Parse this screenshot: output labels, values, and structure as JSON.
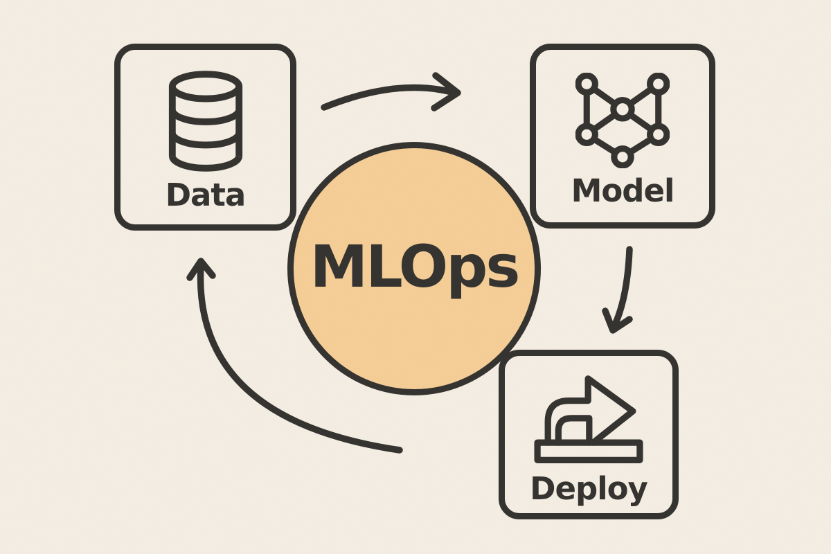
{
  "diagram": {
    "center": {
      "label": "MLOps"
    },
    "nodes": [
      {
        "id": "data",
        "label": "Data",
        "icon": "database-icon"
      },
      {
        "id": "model",
        "label": "Model",
        "icon": "neural-network-icon"
      },
      {
        "id": "deploy",
        "label": "Deploy",
        "icon": "deploy-arrow-icon"
      }
    ],
    "arrows": [
      {
        "from": "Data",
        "to": "Model"
      },
      {
        "from": "Model",
        "to": "Deploy"
      },
      {
        "from": "Deploy",
        "to": "Data"
      }
    ],
    "colors": {
      "background": "#f4ede2",
      "ink": "#34322f",
      "circle_fill": "#f5cd96"
    }
  }
}
